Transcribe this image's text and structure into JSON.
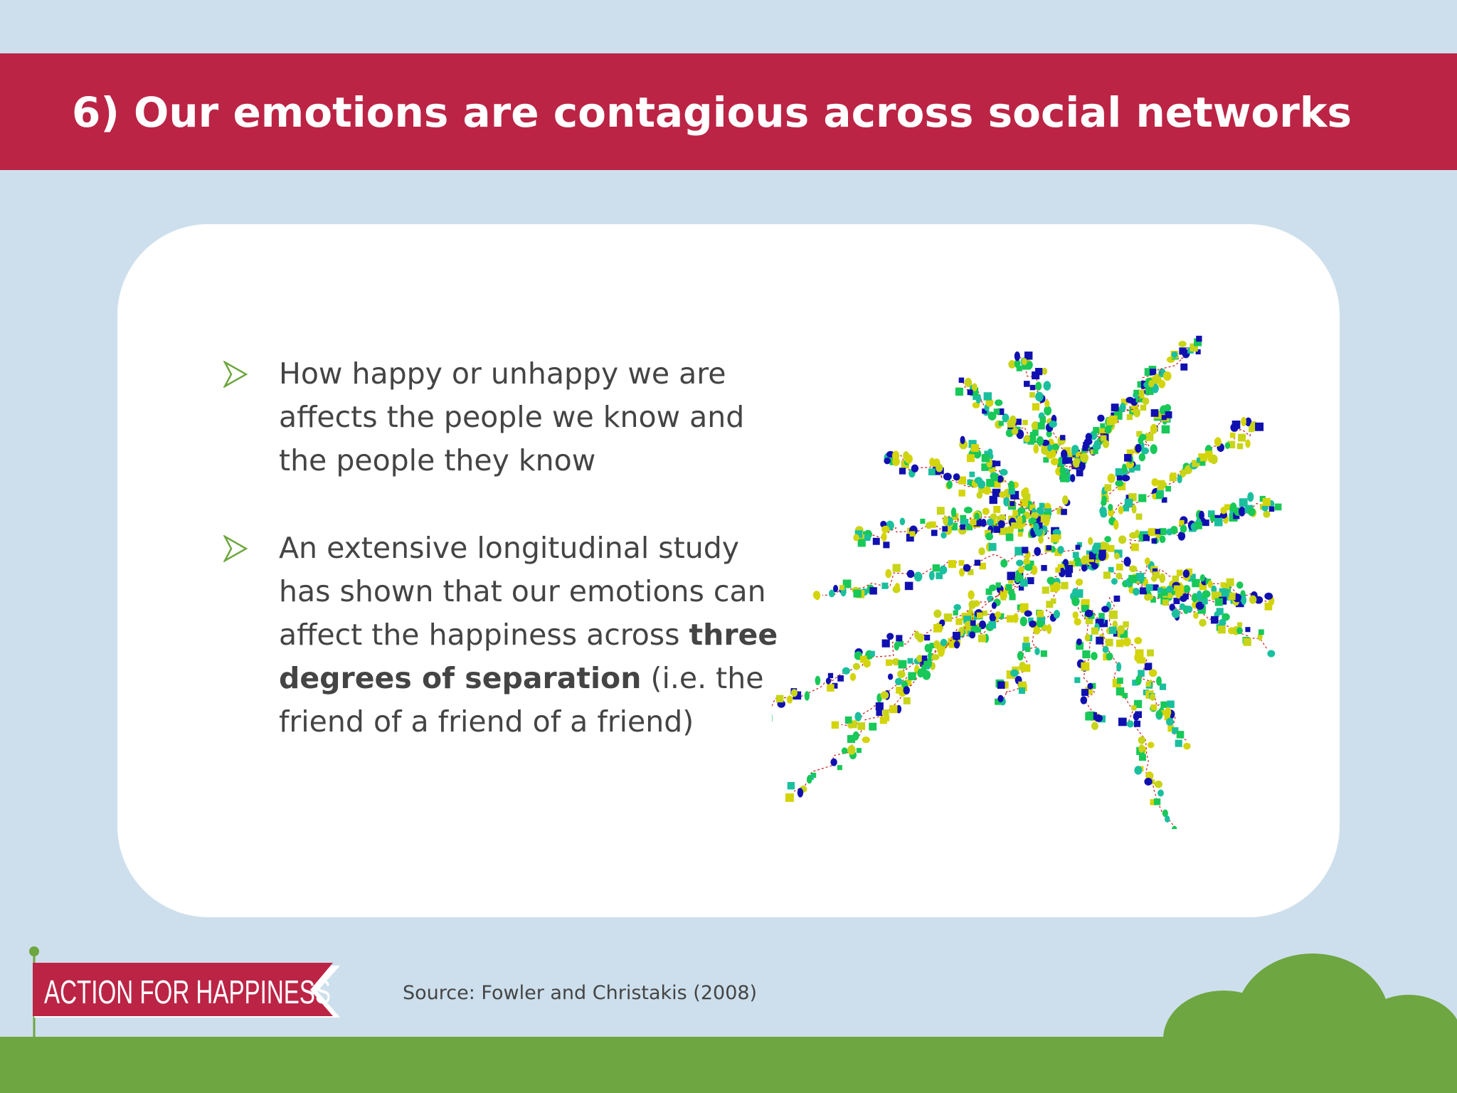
{
  "slide": {
    "title": "6) Our emotions are contagious across social networks",
    "bullets": [
      {
        "text": "How happy or unhappy we are affects the people we know and the people they know"
      },
      {
        "text_before": "An extensive longitudinal study has shown that our emotions can affect the happiness across ",
        "text_bold": "three degrees of separation",
        "text_after": " (i.e. the friend of a friend of a friend)"
      }
    ],
    "bullet_icon": "arrow-bullet-icon",
    "source": "Source: Fowler and Christakis (2008)"
  },
  "branding": {
    "logo_text": "ACTION FOR HAPPINESS"
  },
  "colors": {
    "title_bar": "#bb2445",
    "background": "#cddfec",
    "ground": "#6ea641",
    "bullet_arrow": "#6ea641",
    "network_nodes": [
      "#1010b0",
      "#d4d40a",
      "#18c858",
      "#1abf9e",
      "#c8d418"
    ]
  }
}
